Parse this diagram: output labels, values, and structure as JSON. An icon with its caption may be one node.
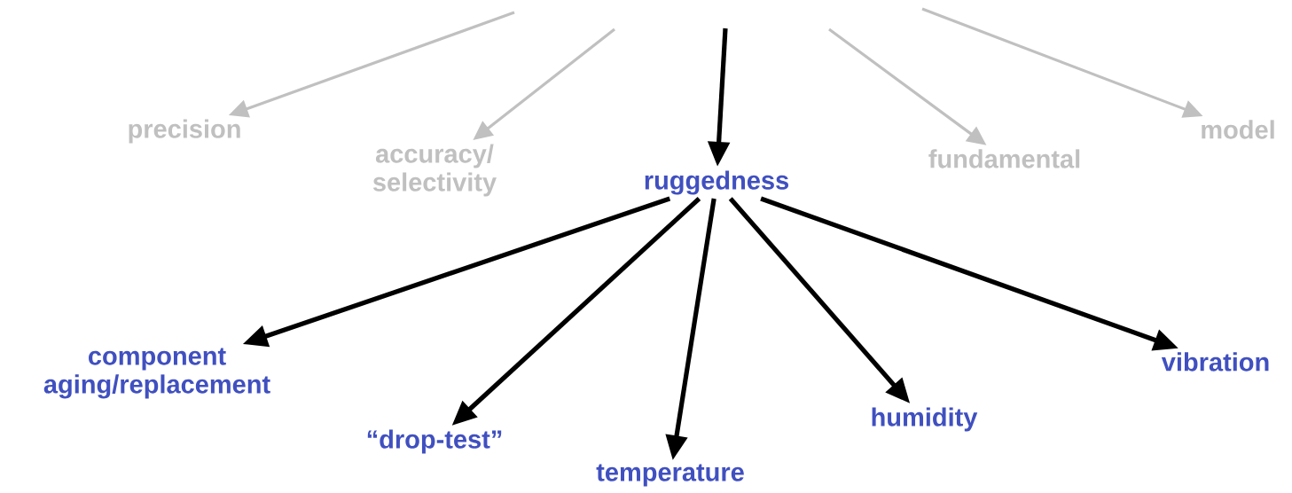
{
  "diagram": {
    "nodes": [
      {
        "text": [
          "precision"
        ]
      },
      {
        "text": [
          "accuracy/ selectivity"
        ]
      },
      {
        "text": [
          "ruggedness"
        ]
      },
      {
        "text": [
          "fundamental"
        ]
      },
      {
        "text": [
          "model"
        ]
      },
      {
        "text": [
          "component aging/replacement"
        ]
      },
      {
        "text": [
          "“drop-test”"
        ]
      },
      {
        "text": [
          "temperature"
        ]
      },
      {
        "text": [
          "humidity"
        ]
      },
      {
        "text": [
          "vibration"
        ]
      }
    ],
    "edges": [
      {
        "from": null,
        "to": 0,
        "arrow": "to",
        "color": "#c0c0c0"
      },
      {
        "from": null,
        "to": 1,
        "arrow": "to",
        "color": "#c0c0c0"
      },
      {
        "from": null,
        "to": 2,
        "arrow": "to"
      },
      {
        "from": null,
        "to": 3,
        "arrow": "to",
        "color": "#c0c0c0"
      },
      {
        "from": null,
        "to": 4,
        "arrow": "to",
        "color": "#c0c0c0"
      },
      {
        "from": 2,
        "to": 5,
        "arrow": "to"
      },
      {
        "from": 2,
        "to": 6,
        "arrow": "to"
      },
      {
        "from": 2,
        "to": 7,
        "arrow": "to"
      },
      {
        "from": 2,
        "to": 8,
        "arrow": "to"
      },
      {
        "from": 2,
        "to": 9,
        "arrow": "to"
      }
    ]
  }
}
